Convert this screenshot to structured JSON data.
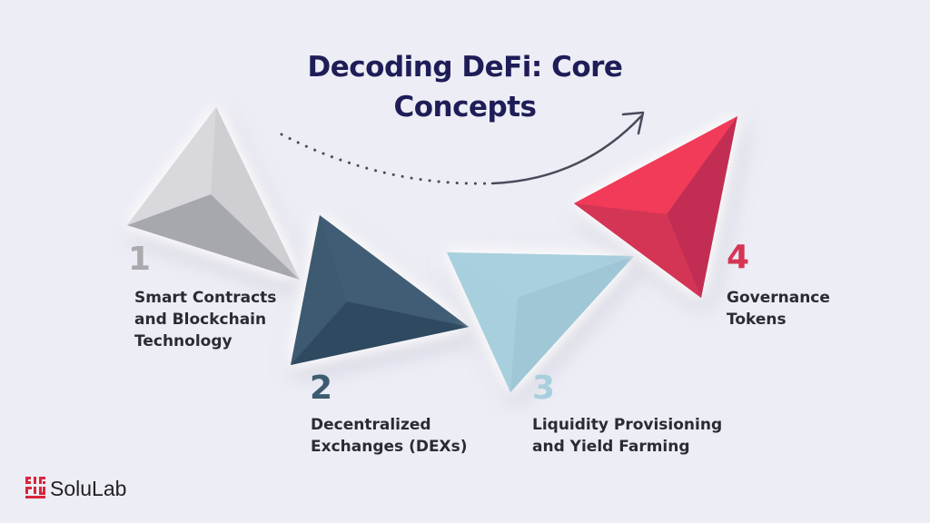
{
  "title": {
    "line1": "Decoding DeFi: Core",
    "line2": "Concepts"
  },
  "colors": {
    "background": "#ededf6",
    "title": "#1e1d57",
    "step1": "#a9a9ae",
    "step2": "#3d5a70",
    "step3": "#a8cfdd",
    "step4": "#d43654"
  },
  "steps": [
    {
      "number": "1",
      "label_lines": [
        "Smart Contracts",
        "and Blockchain",
        "Technology"
      ],
      "color": "#a9a9ae"
    },
    {
      "number": "2",
      "label_lines": [
        "Decentralized",
        "Exchanges (DEXs)"
      ],
      "color": "#3d5a70"
    },
    {
      "number": "3",
      "label_lines": [
        "Liquidity Provisioning",
        "and Yield Farming"
      ],
      "color": "#a8cfdd"
    },
    {
      "number": "4",
      "label_lines": [
        "Governance",
        "Tokens"
      ],
      "color": "#d43654"
    }
  ],
  "brand": {
    "name": "SoluLab",
    "icon": "solulab-logo-icon"
  }
}
